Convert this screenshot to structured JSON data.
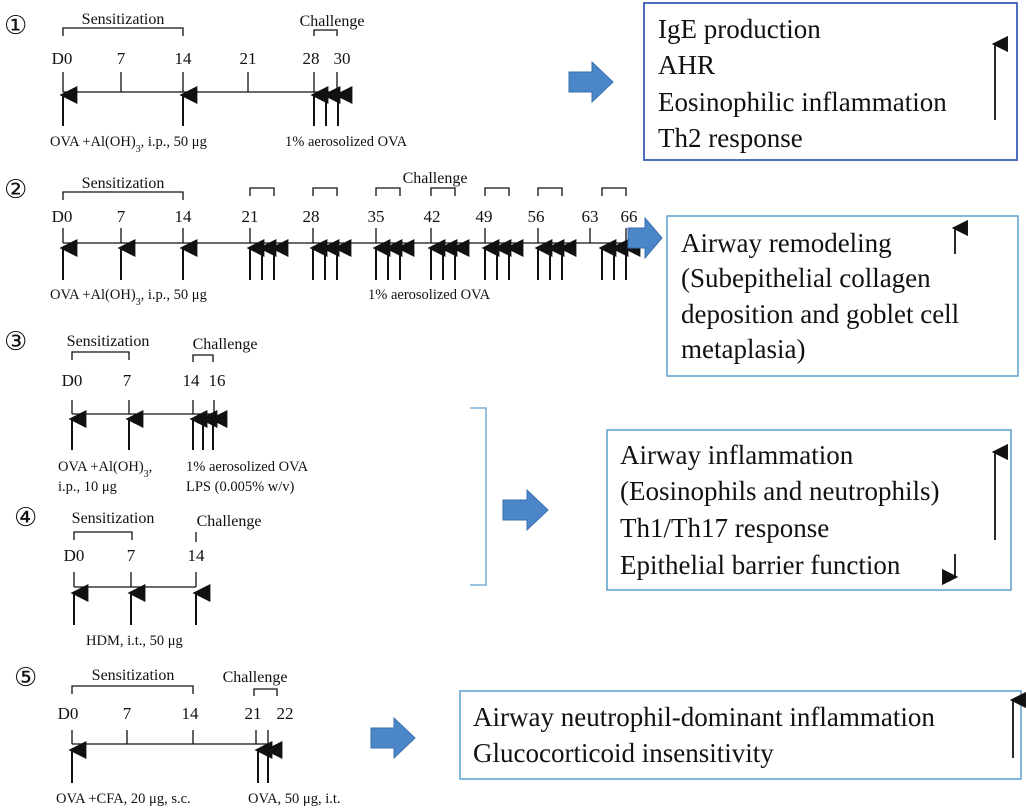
{
  "protocols": [
    {
      "id": "1",
      "number": "①",
      "sensitization_label": "Sensitization",
      "challenge_label": "Challenge",
      "days": [
        "D0",
        "7",
        "14",
        "21",
        "28",
        "30"
      ],
      "sensitization_note": "OVA +Al(OH)3, i.p., 50 μg",
      "challenge_note": "1% aerosolized OVA"
    },
    {
      "id": "2",
      "number": "②",
      "sensitization_label": "Sensitization",
      "challenge_label": "Challenge",
      "days": [
        "D0",
        "7",
        "14",
        "21",
        "28",
        "35",
        "42",
        "49",
        "56",
        "63",
        "66"
      ],
      "sensitization_note": "OVA +Al(OH)3, i.p., 50 μg",
      "challenge_note": "1% aerosolized OVA"
    },
    {
      "id": "3",
      "number": "③",
      "sensitization_label": "Sensitization",
      "challenge_label": "Challenge",
      "days": [
        "D0",
        "7",
        "14",
        "16"
      ],
      "sensitization_note_line1": "OVA +Al(OH)3,",
      "sensitization_note_line2": "i.p., 10 μg",
      "challenge_note_line1": "1% aerosolized OVA",
      "challenge_note_line2": "LPS (0.005% w/v)"
    },
    {
      "id": "4",
      "number": "④",
      "sensitization_label": "Sensitization",
      "challenge_label": "Challenge",
      "days": [
        "D0",
        "7",
        "14"
      ],
      "note": "HDM, i.t., 50 μg"
    },
    {
      "id": "5",
      "number": "⑤",
      "sensitization_label": "Sensitization",
      "challenge_label": "Challenge",
      "days": [
        "D0",
        "7",
        "14",
        "21",
        "22"
      ],
      "sensitization_note": "OVA +CFA, 20 μg, s.c.",
      "challenge_note": "OVA, 50 μg, i.t."
    }
  ],
  "outcomes": {
    "box1": {
      "lines": [
        "IgE production",
        "AHR",
        "Eosinophilic inflammation",
        "Th2 response"
      ],
      "direction": "up"
    },
    "box2": {
      "lines": [
        "Airway remodeling",
        "(Subepithelial collagen",
        "deposition and goblet cell",
        "metaplasia)"
      ],
      "direction": "up"
    },
    "box3": {
      "lines": [
        "Airway inflammation",
        "(Eosinophils and neutrophils)",
        "Th1/Th17 response",
        "Epithelial barrier function"
      ],
      "direction_main": "up",
      "direction_last": "down"
    },
    "box4": {
      "lines": [
        "Airway neutrophil-dominant inflammation",
        "Glucocorticoid insensitivity"
      ],
      "direction": "up"
    }
  },
  "colors": {
    "box1_border": "#3b5fb8",
    "box_border": "#5aa0d0",
    "block_arrow": "#4a86c8",
    "ink": "#111111"
  }
}
